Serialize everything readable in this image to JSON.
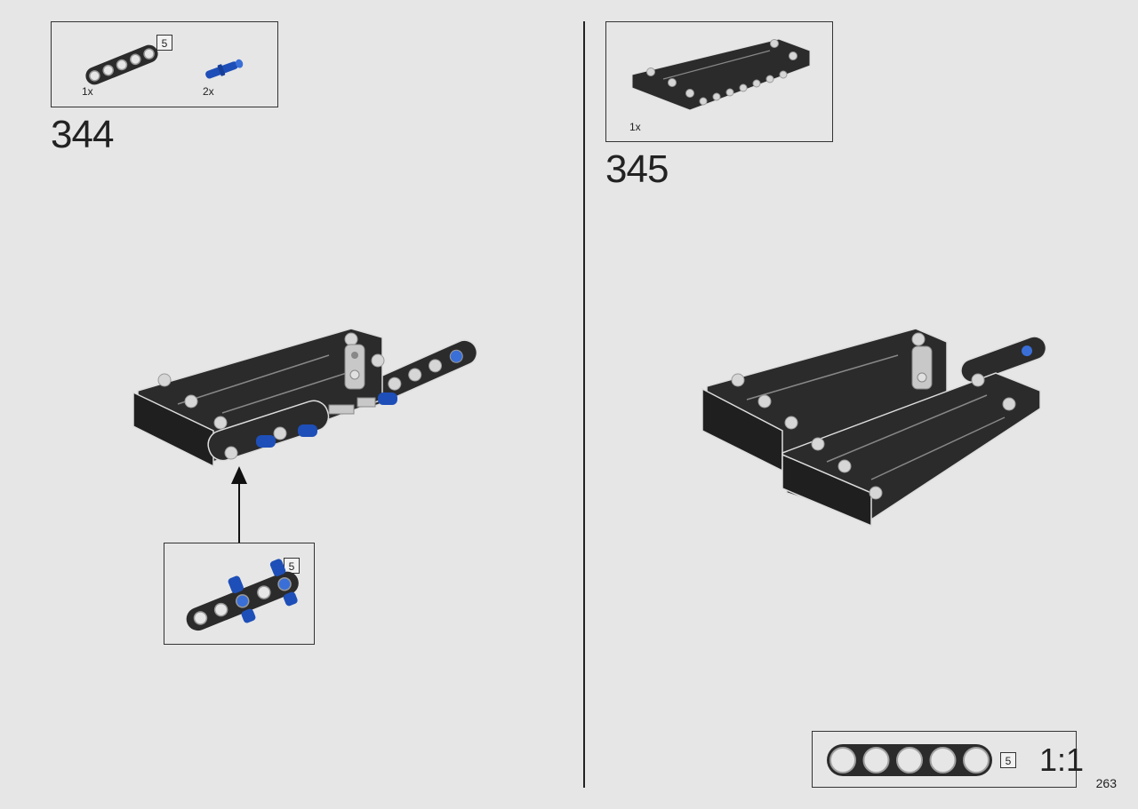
{
  "page_number": "263",
  "step_344": {
    "number": "344",
    "parts": [
      {
        "name": "beam-5",
        "length_label": "5",
        "qty": "1x"
      },
      {
        "name": "blue-pin",
        "qty": "2x"
      }
    ],
    "subassembly": {
      "length_label": "5"
    }
  },
  "step_345": {
    "number": "345",
    "parts": [
      {
        "name": "wing-panel",
        "qty": "1x"
      }
    ]
  },
  "scale_guide": {
    "length_label": "5",
    "scale": "1:1"
  },
  "colors": {
    "background": "#e6e6e6",
    "part_black": "#2b2b2b",
    "part_grey": "#bdbdbd",
    "pin_blue": "#1e4fb8"
  }
}
